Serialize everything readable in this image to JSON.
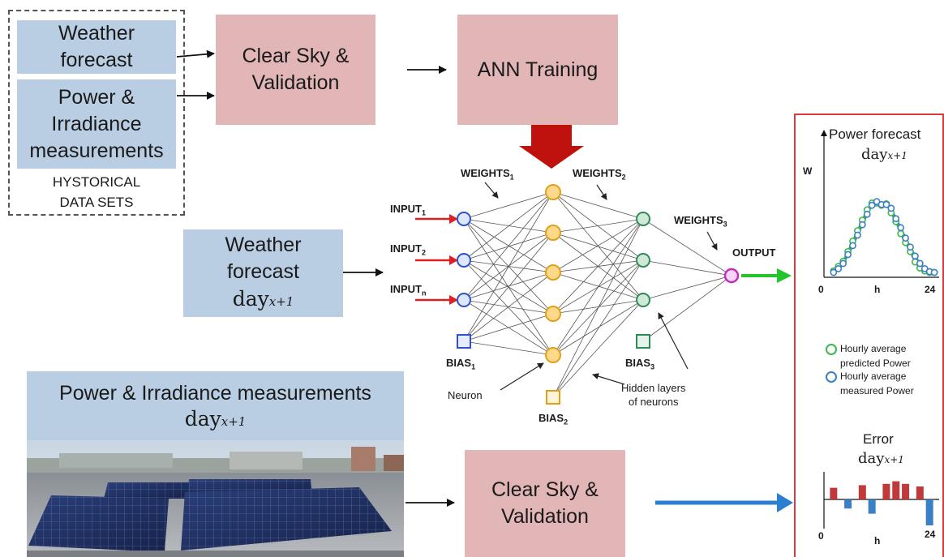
{
  "top": {
    "weather_forecast": [
      "Weather",
      "forecast"
    ],
    "power_irr": [
      "Power &",
      "Irradiance",
      "measurements"
    ],
    "historical": [
      "HYSTORICAL",
      "DATA SETS"
    ],
    "clear_sky": [
      "Clear Sky &",
      "Validation"
    ],
    "ann_training": "ANN Training"
  },
  "middle": {
    "weather_forecast": [
      "Weather",
      "forecast"
    ],
    "day_base": "day",
    "day_sub": "x+1"
  },
  "network": {
    "weights1": "WEIGHTS",
    "weights1_sub": "1",
    "weights2": "WEIGHTS",
    "weights2_sub": "2",
    "weights3": "WEIGHTS",
    "weights3_sub": "3",
    "input1": "INPUT",
    "input1_sub": "1",
    "input2": "INPUT",
    "input2_sub": "2",
    "inputn": "INPUT",
    "inputn_sub": "n",
    "output": "OUTPUT",
    "bias1": "BIAS",
    "bias1_sub": "1",
    "bias2": "BIAS",
    "bias2_sub": "2",
    "bias3": "BIAS",
    "bias3_sub": "3",
    "neuron": "Neuron",
    "hidden": [
      "Hidden layers",
      "of neurons"
    ]
  },
  "bottom": {
    "title": "Power & Irradiance measurements",
    "day_base": "day",
    "day_sub": "x+1",
    "clear_sky": [
      "Clear Sky &",
      "Validation"
    ]
  },
  "panel": {
    "forecast_title": "Power forecast",
    "day_base": "day",
    "day_sub": "x+1",
    "y_axis": "W",
    "x_axis": "h",
    "x_min": "0",
    "x_max": "24",
    "legend_predicted": [
      "Hourly average",
      "predicted Power"
    ],
    "legend_measured": [
      "Hourly average",
      "measured Power"
    ],
    "error_title": "Error",
    "error_day_base": "day",
    "error_day_sub": "x+1",
    "error_x_axis": "h",
    "error_x_min": "0",
    "error_x_max": "24",
    "predicted_color": "#3cb84a",
    "measured_color": "#3b7fc4",
    "error_pos_color": "#c0393b",
    "error_neg_color": "#3b7fc4"
  },
  "chart_data": [
    {
      "type": "line",
      "title": "Power forecast",
      "xlabel": "h",
      "ylabel": "W",
      "xlim": [
        0,
        24
      ],
      "series": [
        {
          "name": "Hourly average predicted Power",
          "x": [
            2,
            3,
            4,
            5,
            6,
            7,
            8,
            9,
            10,
            11,
            12,
            13,
            14,
            15,
            16,
            17,
            18,
            19,
            20,
            21,
            22,
            23
          ],
          "values": [
            0.02,
            0.08,
            0.15,
            0.28,
            0.42,
            0.56,
            0.7,
            0.84,
            0.93,
            0.93,
            0.9,
            0.92,
            0.8,
            0.68,
            0.52,
            0.4,
            0.28,
            0.14,
            0.06,
            0.02,
            0.0,
            0.0
          ]
        },
        {
          "name": "Hourly average measured Power",
          "x": [
            2,
            3,
            4,
            5,
            6,
            7,
            8,
            9,
            10,
            11,
            12,
            13,
            14,
            15,
            16,
            17,
            18,
            19,
            20,
            21,
            22,
            23
          ],
          "values": [
            0.0,
            0.05,
            0.12,
            0.24,
            0.36,
            0.5,
            0.64,
            0.78,
            0.9,
            0.95,
            0.91,
            0.91,
            0.86,
            0.72,
            0.6,
            0.46,
            0.34,
            0.22,
            0.12,
            0.05,
            0.01,
            0.0
          ]
        }
      ]
    },
    {
      "type": "bar",
      "title": "Error",
      "xlabel": "h",
      "xlim": [
        0,
        24
      ],
      "x": [
        2,
        5,
        8,
        10,
        13,
        15,
        17,
        20,
        22
      ],
      "values": [
        0.45,
        -0.35,
        0.55,
        -0.55,
        0.6,
        0.7,
        0.6,
        0.5,
        -1.0
      ]
    }
  ]
}
